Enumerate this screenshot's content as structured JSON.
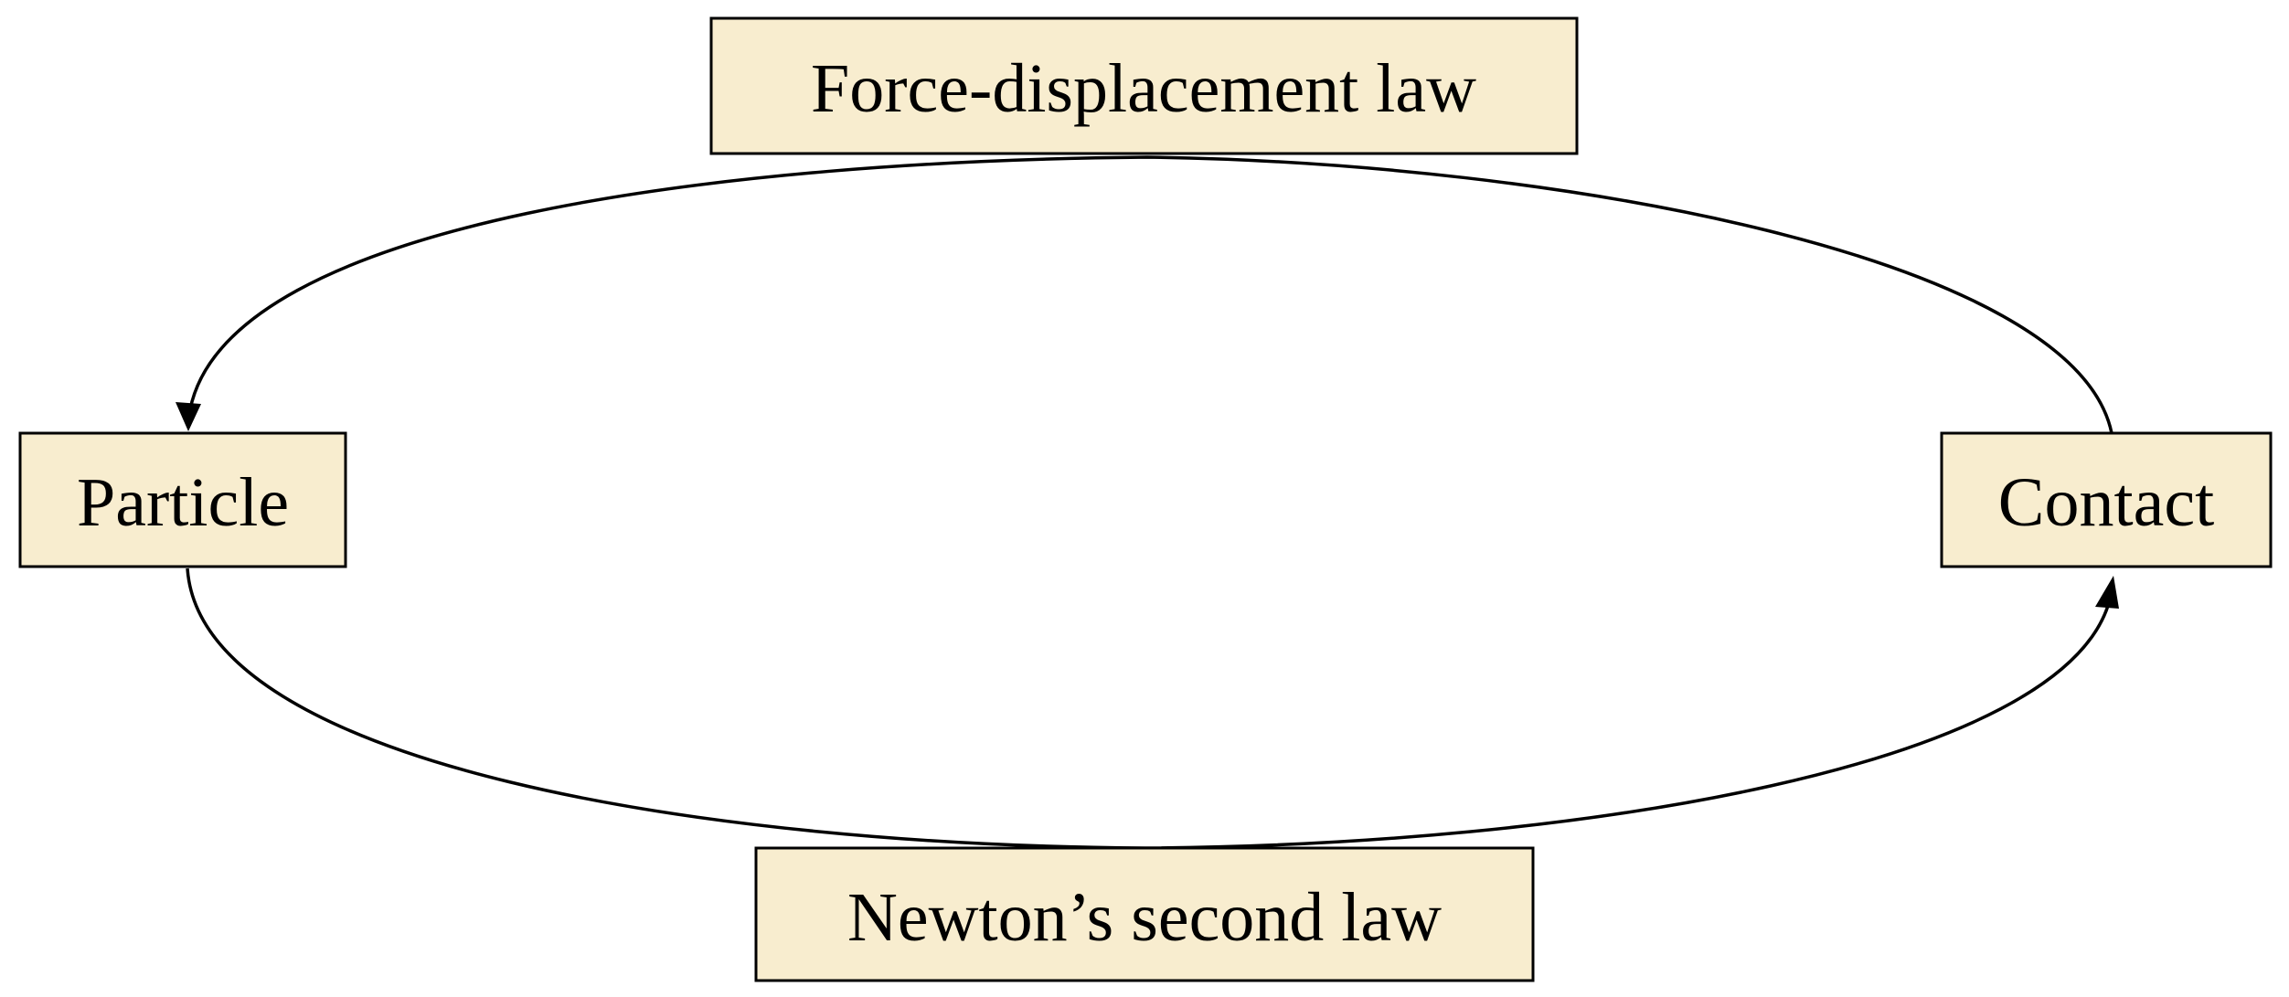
{
  "nodes": {
    "top": {
      "label": "Force-displacement law"
    },
    "left": {
      "label": "Particle"
    },
    "right": {
      "label": "Contact"
    },
    "bottom": {
      "label": "Newton’s second law"
    }
  },
  "edges": [
    {
      "from": "right",
      "to": "left",
      "via": "top"
    },
    {
      "from": "left",
      "to": "right",
      "via": "bottom"
    }
  ],
  "colors": {
    "box_fill": "#f8edcf",
    "stroke": "#000000"
  }
}
